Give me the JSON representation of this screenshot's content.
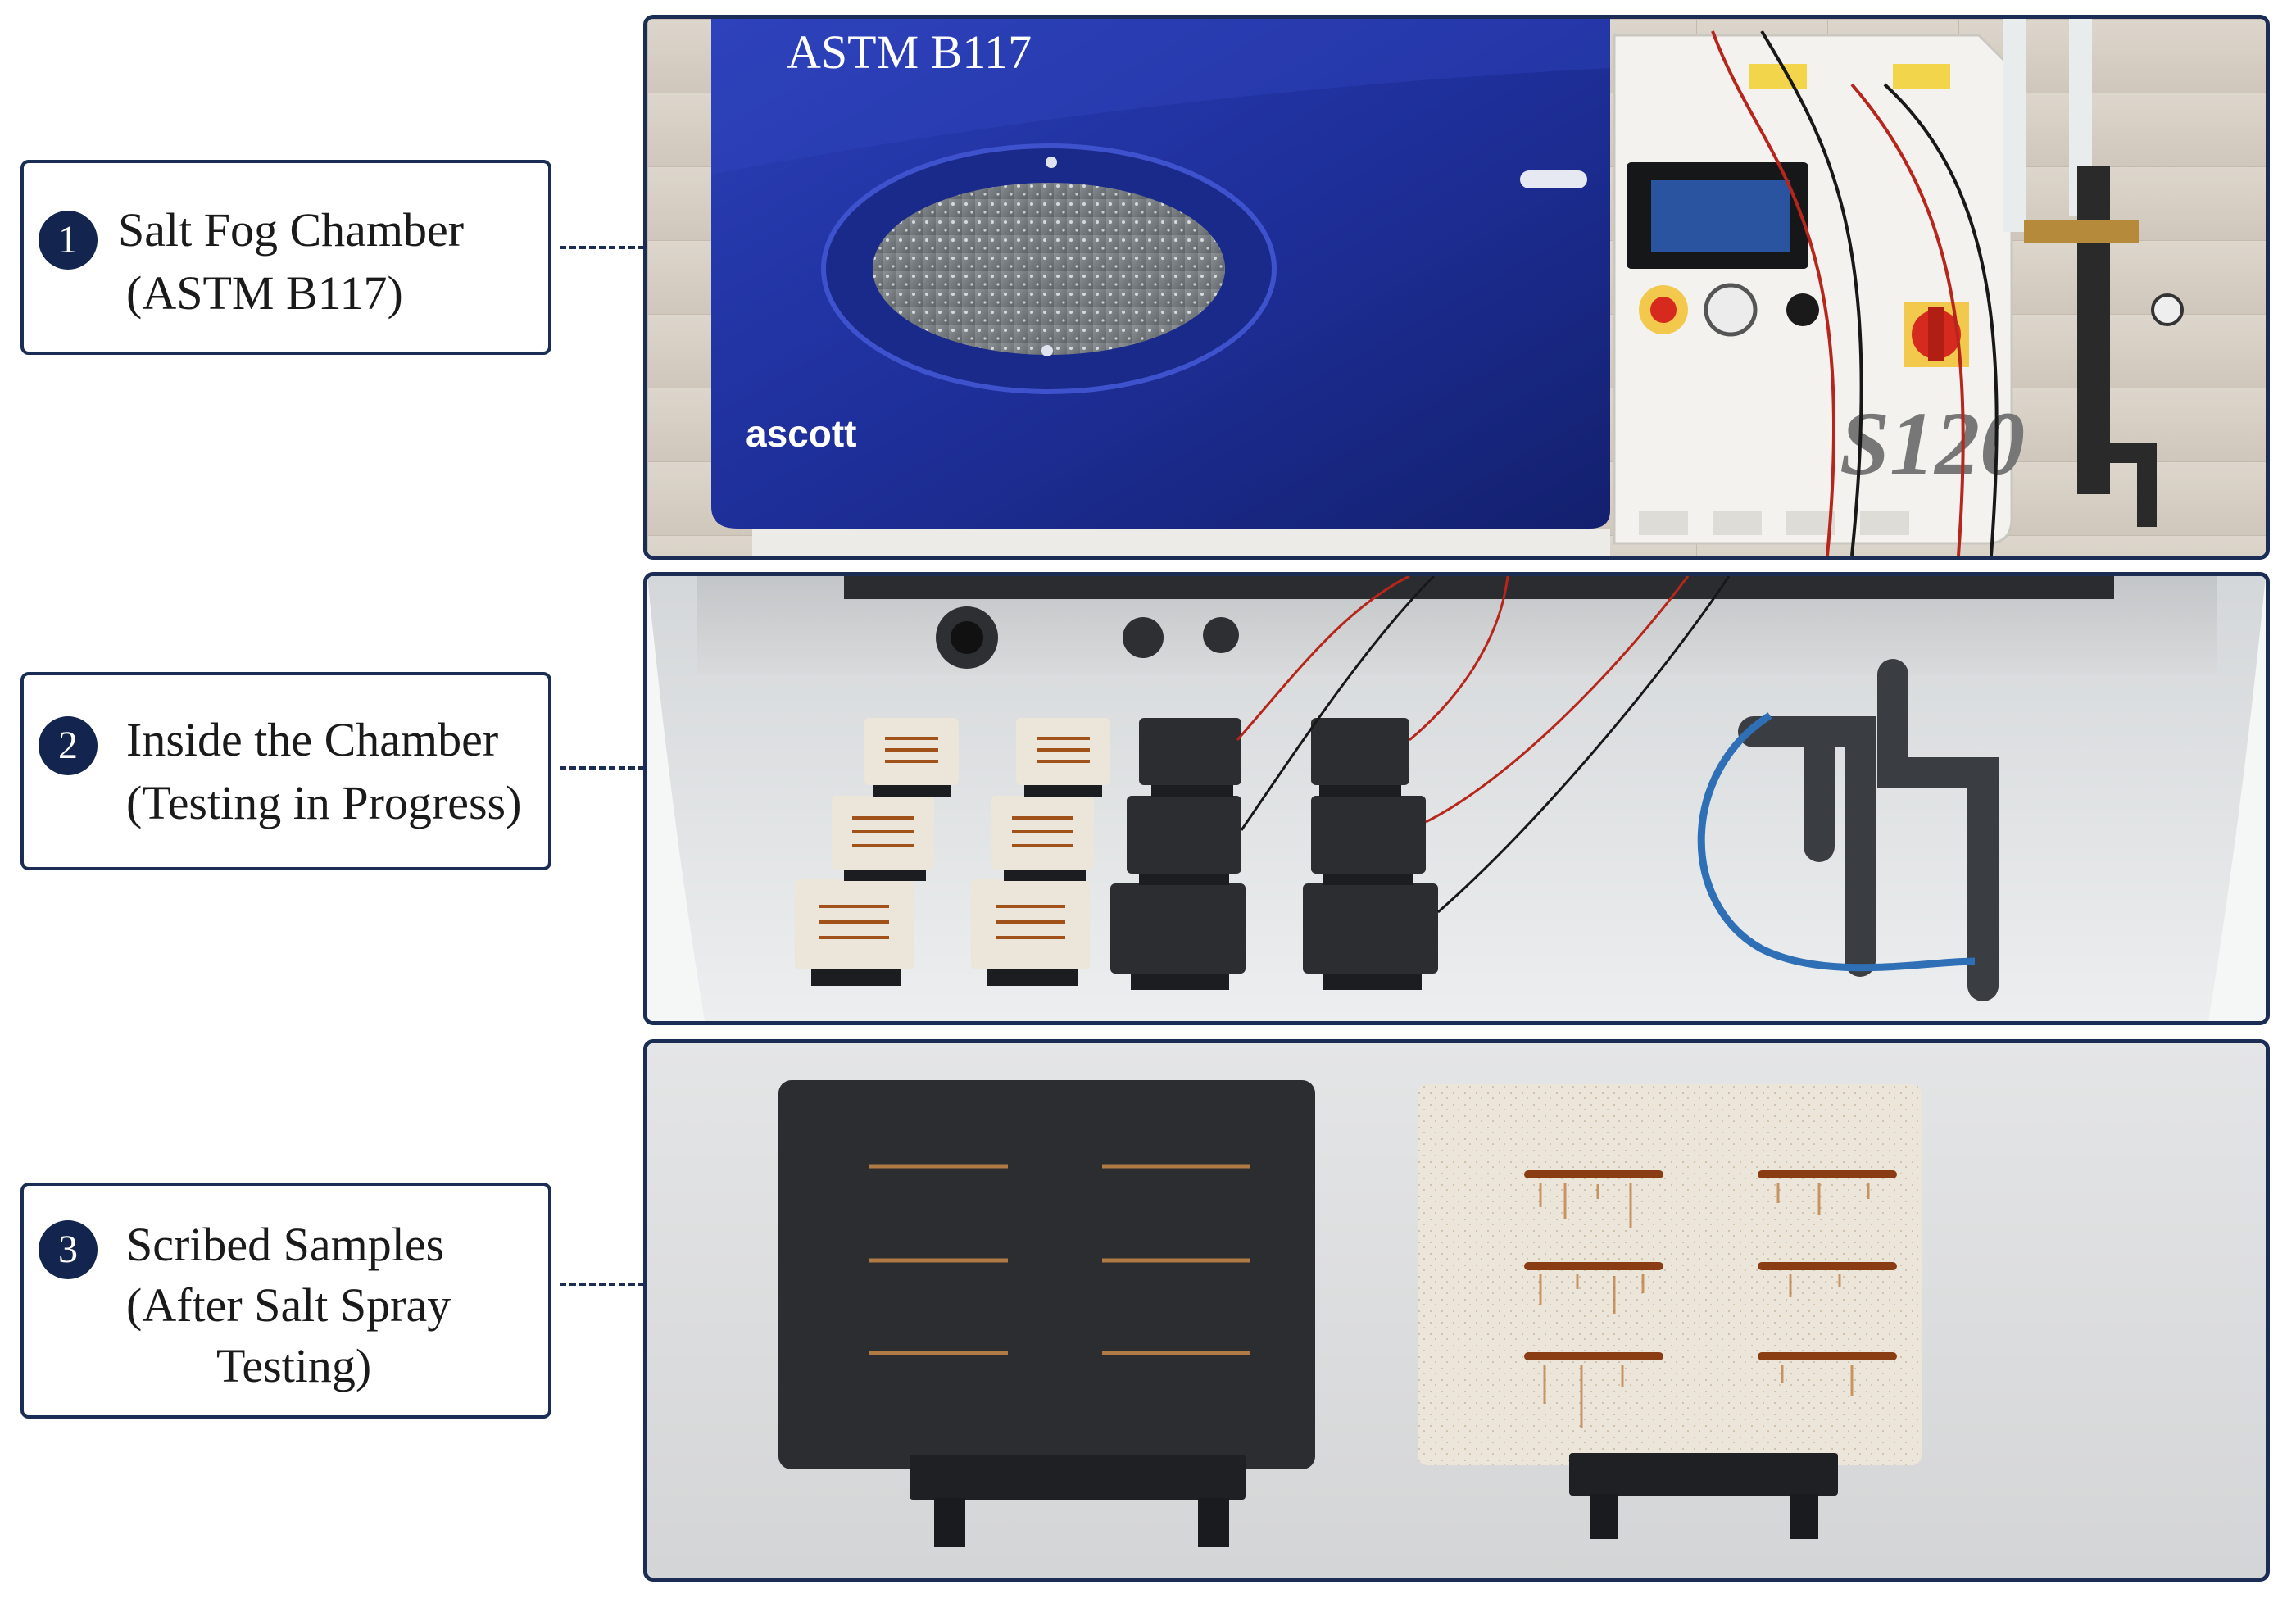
{
  "callouts": [
    {
      "number": "1",
      "lines": [
        "Salt Fog Chamber",
        "(ASTM B117)"
      ]
    },
    {
      "number": "2",
      "lines": [
        "Inside the Chamber",
        "(Testing in Progress)"
      ]
    },
    {
      "number": "3",
      "lines": [
        "Scribed Samples",
        "(After Salt Spray",
        "Testing)"
      ]
    }
  ],
  "panel1": {
    "chamber_label": "ASTM B117",
    "brand": "ascott",
    "model": "S120"
  },
  "colors": {
    "navy": "#1c2d55",
    "badge": "#13244e",
    "chamber_blue": "#1e2f9a",
    "sample_black": "#2b2d31",
    "sample_white": "#ece6da",
    "rust": "#a0521a"
  }
}
